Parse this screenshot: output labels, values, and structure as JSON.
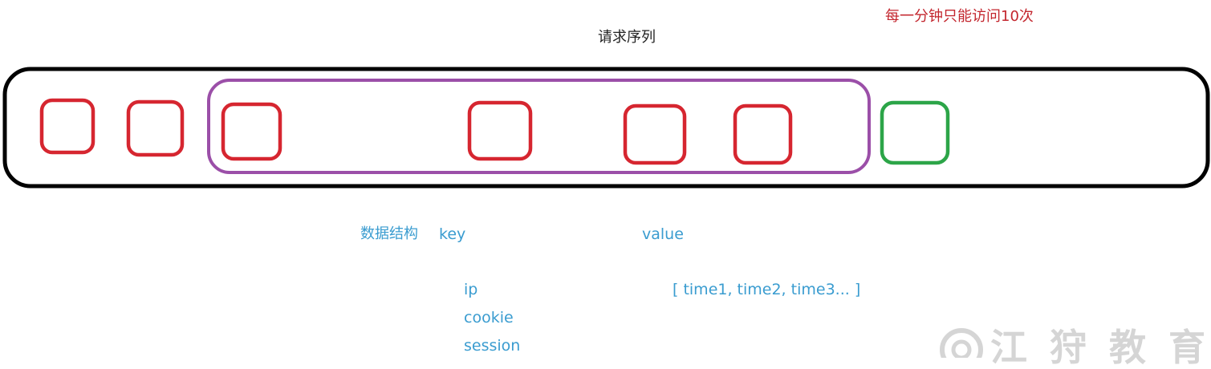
{
  "title": "请求序列",
  "rate_limit_note": "每一分钟只能访问10次",
  "data_structure": {
    "label": "数据结构",
    "key_header": "key",
    "value_header": "value",
    "keys": [
      "ip",
      "cookie",
      "session"
    ],
    "value_example": "[ time1, time2, time3... ]"
  },
  "colors": {
    "sequence_border": "#000000",
    "request_box": "#d62630",
    "new_request_box": "#2ca548",
    "window": "#9b4fa8",
    "note_text": "#c3262e",
    "structure_text": "#3a9cd0",
    "title_text": "#222222"
  },
  "watermark": "江 狩 教 育"
}
